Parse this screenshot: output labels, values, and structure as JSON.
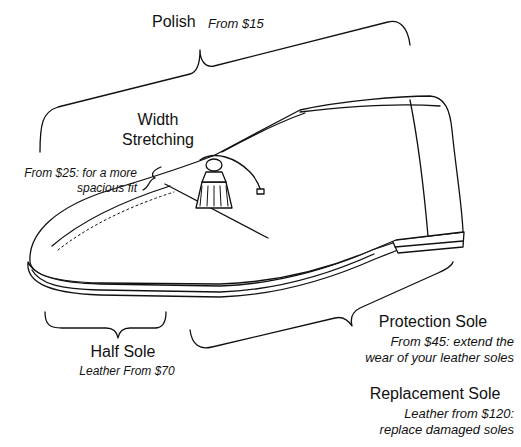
{
  "diagram": {
    "labels": [
      "Polish",
      "From $15",
      "Width Stretching",
      "From $25: for a more spacious fit",
      "Half Sole",
      "Leather From $70",
      "Protection Sole",
      "From $45: extend the wear of your leather soles",
      "Replacement Sole",
      "Leather from $120: replace damaged soles"
    ]
  }
}
